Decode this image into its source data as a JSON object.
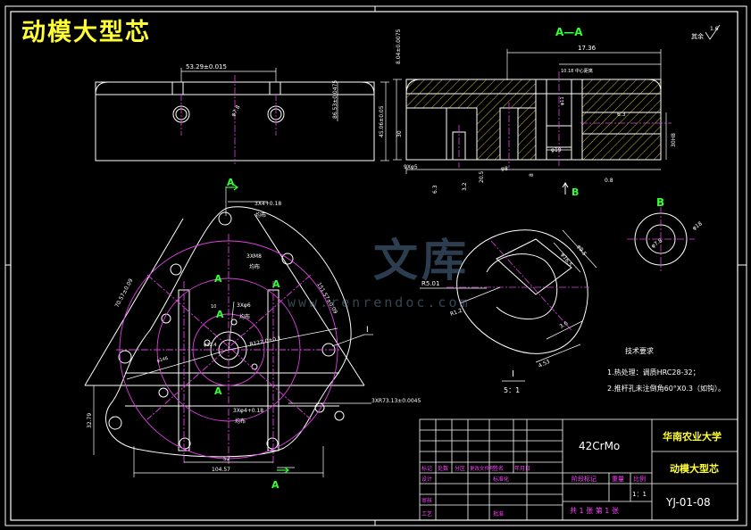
{
  "drawing": {
    "title": "动模大型芯",
    "section_label": "A—A",
    "view_b_label": "B",
    "cut_marker": "A",
    "b_arrow_label": "B",
    "detail_label": "I",
    "detail_scale": "5：1",
    "roughness_other": "其余",
    "roughness_value": "1.6",
    "watermark": "文库",
    "watermark_url": "www.renrendoc.com"
  },
  "dimensions": {
    "top_width": "53.29±0.015",
    "top_hole_pitch": "86.53±0.0475",
    "top_hole_dia": "φ7.8",
    "top_height": "45.06±0.05",
    "sec_total": "17.36",
    "sec_upper": "8.04±0.0075",
    "sec_v30": "30",
    "sec_9xphi5": "9Xφ5",
    "sec_20_5": "20.5",
    "sec_8": "8",
    "sec_phi8": "φ8",
    "sec_phi19": "φ19",
    "sec_phi11": "φ11",
    "sec_note": "10.18 中心距离",
    "sec_depth": "30H8",
    "sec_6_3a": "6.3",
    "sec_6_3b": "6.3",
    "sec_3_2": "3.2",
    "sec_0_8": "0.8",
    "plan_3x4": "3X4+0.18",
    "plan_3x_m8": "3XM8",
    "plan_3x_phi": "3Xφ6",
    "plan_3x4b": "3Xφ4+0.18",
    "plan_even1": "均布",
    "plan_even2": "均布",
    "plan_even3": "均布",
    "plan_even4": "均布",
    "plan_70": "70.57±0.09",
    "plan_151": "151.57±0.09",
    "plan_r122": "R122.0±0.1",
    "plan_phi": "φ22.4",
    "plan_d3x": "3XR73.13±0.0045",
    "plan_r52": "52",
    "plan_32": "32.79",
    "plan_104": "104.57",
    "plan_phi146": "φ146",
    "plan_10": "10",
    "b_phi18": "φ18",
    "b_phi7": "φ7.8",
    "det_r5": "R5.01",
    "det_f1": "φ9.5",
    "det_f2": "φ16.5",
    "det_f3": "R1.2",
    "det_f4": "3.6",
    "det_f5": "4.53"
  },
  "notes": {
    "heading": "技术要求",
    "line1": "1.热处理：调质HRC28-32；",
    "line2": "2.推杆孔未注倒角60°X0.3（如钩）。"
  },
  "title_block": {
    "material": "42CrMo",
    "school": "华南农业大学",
    "part_name": "动模大型芯",
    "drawing_no": "YJ-01-08",
    "c1": "标记",
    "c2": "处数",
    "c3": "分区",
    "c4": "更改文件号",
    "c5": "签名",
    "c6": "年月日",
    "r_design": "设计",
    "r_std": "标准化",
    "r_review": "审核",
    "r_craft": "工艺",
    "r_approve": "批准",
    "stage_mark": "阶段标记",
    "weight": "重量",
    "scale_hdr": "比例",
    "scale_val": "1：1",
    "sheets": "共 1 张  第 1 张"
  }
}
